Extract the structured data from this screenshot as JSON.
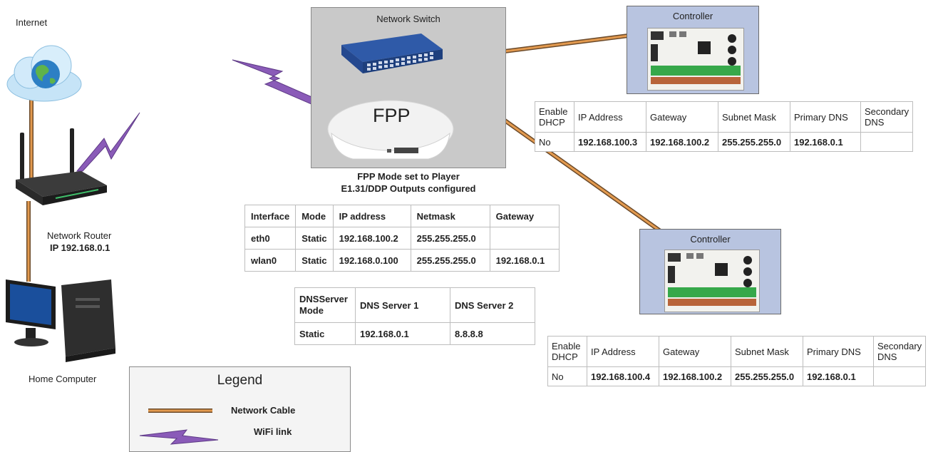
{
  "internet_label": "Internet",
  "router": {
    "label": "Network Router",
    "ip": "IP 192.168.0.1"
  },
  "computer_label": "Home Computer",
  "switch_box": {
    "title": "Network Switch",
    "fpp_label": "FPP"
  },
  "fpp_caption": {
    "line1": "FPP Mode set to Player",
    "line2": "E1.31/DDP Outputs configured"
  },
  "fpp_interfaces": {
    "headers": [
      "Interface",
      "Mode",
      "IP address",
      "Netmask",
      "Gateway"
    ],
    "rows": [
      [
        "eth0",
        "Static",
        "192.168.100.2",
        "255.255.255.0",
        ""
      ],
      [
        "wlan0",
        "Static",
        "192.168.0.100",
        "255.255.255.0",
        "192.168.0.1"
      ]
    ]
  },
  "fpp_dns": {
    "headers": [
      "DNSServer Mode",
      "DNS Server 1",
      "DNS Server 2"
    ],
    "rows": [
      [
        "Static",
        "192.168.0.1",
        "8.8.8.8"
      ]
    ]
  },
  "controller1": {
    "title": "Controller",
    "headers": [
      "Enable DHCP",
      "IP Address",
      "Gateway",
      "Subnet Mask",
      "Primary DNS",
      "Secondary DNS"
    ],
    "row": [
      "No",
      "192.168.100.3",
      "192.168.100.2",
      "255.255.255.0",
      "192.168.0.1",
      ""
    ]
  },
  "controller2": {
    "title": "Controller",
    "headers": [
      "Enable DHCP",
      "IP Address",
      "Gateway",
      "Subnet Mask",
      "Primary DNS",
      "Secondary DNS"
    ],
    "row": [
      "No",
      "192.168.100.4",
      "192.168.100.2",
      "255.255.255.0",
      "192.168.0.1",
      ""
    ]
  },
  "legend": {
    "title": "Legend",
    "cable_label": "Network Cable",
    "wifi_label": "WiFi link"
  },
  "colors": {
    "cable": "#d98c3f",
    "wifi": "#7b4fa6",
    "controller_bg": "#b8c4e0",
    "switch_bg": "#c9c9c9"
  }
}
